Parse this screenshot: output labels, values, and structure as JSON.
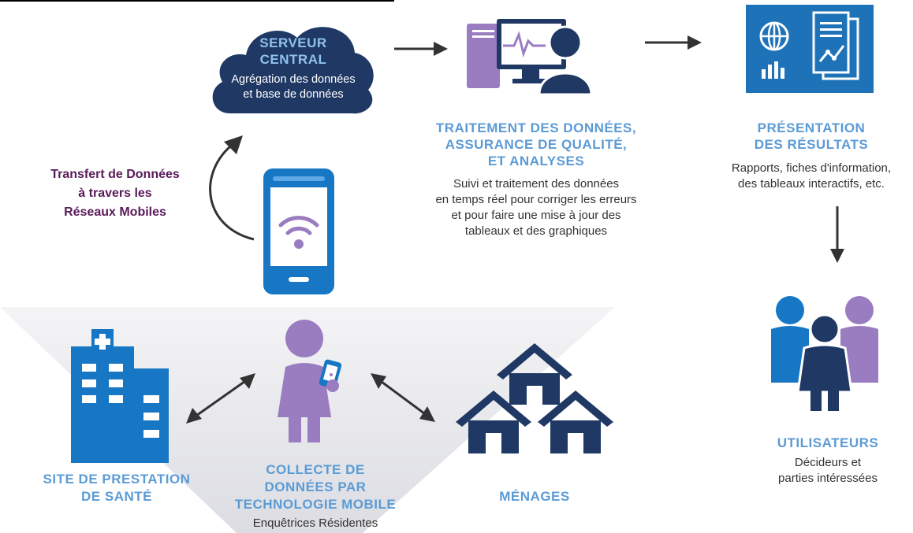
{
  "colors": {
    "navy": "#1f3864",
    "blue": "#1777c4",
    "light_blue": "#5b9bd5",
    "purple": "#9a7cc0",
    "dark_purple": "#5a1a5a",
    "arrow": "#333333",
    "icon_blue_bg": "#1e72b8"
  },
  "server": {
    "title_line1": "SERVEUR",
    "title_line2": "CENTRAL",
    "desc_line1": "Agrégation des données",
    "desc_line2": "et base de données"
  },
  "processing": {
    "title_line1": "TRAITEMENT DES DONNÉES,",
    "title_line2": "ASSURANCE DE QUALITÉ,",
    "title_line3": "ET ANALYSES",
    "desc_line1": "Suivi et traitement des données",
    "desc_line2": "en temps réel pour corriger les erreurs",
    "desc_line3": "et pour faire une mise à jour des",
    "desc_line4": "tableaux et des graphiques"
  },
  "results": {
    "title_line1": "PRÉSENTATION",
    "title_line2": "DES RÉSULTATS",
    "desc_line1": "Rapports, fiches d'information,",
    "desc_line2": "des tableaux interactifs, etc."
  },
  "transfer": {
    "line1": "Transfert de Données",
    "line2": "à travers les",
    "line3": "Réseaux Mobiles"
  },
  "users": {
    "title": "UTILISATEURS",
    "desc_line1": "Décideurs et",
    "desc_line2": "parties intéressées"
  },
  "health_site": {
    "title_line1": "SITE DE PRESTATION",
    "title_line2": "DE SANTÉ"
  },
  "collection": {
    "title_line1": "COLLECTE DE",
    "title_line2": "DONNÉES  PAR",
    "title_line3": "TECHNOLOGIE MOBILE",
    "desc": "Enquêtrices Résidentes"
  },
  "households": {
    "title": "MÉNAGES"
  },
  "icons": [
    "cloud-icon",
    "computer-user-icon",
    "report-icon",
    "smartphone-wifi-icon",
    "hospital-icon",
    "enumerator-icon",
    "houses-icon",
    "users-group-icon"
  ]
}
